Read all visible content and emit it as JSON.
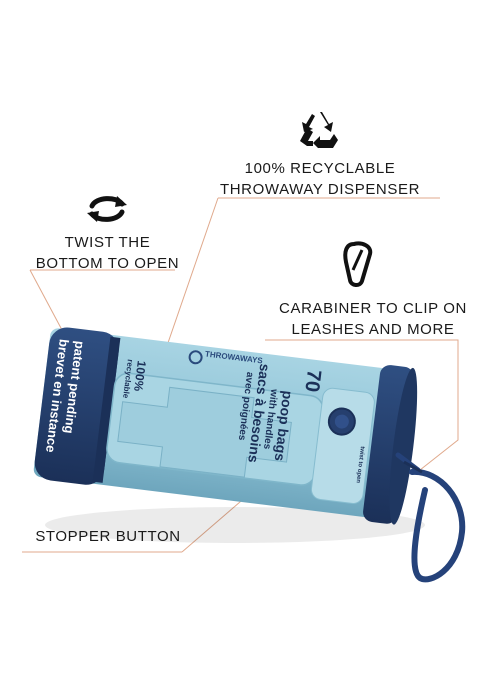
{
  "callouts": {
    "recyclable": {
      "line1": "100% RECYCLABLE",
      "line2": "THROWAWAY DISPENSER",
      "icon": "recycle-icon"
    },
    "twist": {
      "line1": "TWIST THE",
      "line2": "BOTTOM TO OPEN",
      "icon": "rotate-arrows-icon"
    },
    "carabiner": {
      "line1": "CARABINER TO CLIP ON",
      "line2": "LEASHES AND MORE",
      "icon": "carabiner-icon"
    },
    "stopper": {
      "line1": "STOPPER BUTTON"
    }
  },
  "package": {
    "count": "70",
    "name_en": "poop bags",
    "handles_en": "with handles",
    "name_fr": "sacs à besoins",
    "handles_fr": "avec poignées",
    "brand": "THROWAWAYS",
    "patent_line1": "patent pending",
    "patent_line2": "brevet en instance",
    "recyclable_pct": "100%",
    "recyclable_word": "recyclable",
    "twist_note": "twist to open",
    "colors": {
      "tube_light": "#8fc3d6",
      "tube_navy": "#243e6b",
      "leader_line": "#e0a98c"
    }
  }
}
